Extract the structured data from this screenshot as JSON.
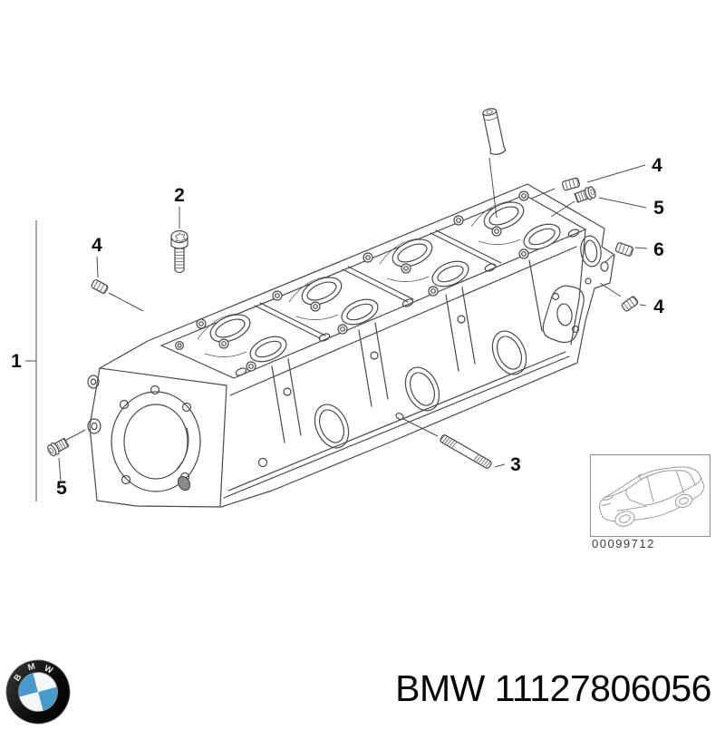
{
  "diagram": {
    "callouts": [
      {
        "label": "1",
        "part": "cylinder-head"
      },
      {
        "label": "2",
        "part": "cap-screw"
      },
      {
        "label": "3",
        "part": "stud"
      },
      {
        "label": "4",
        "part": "dowel-plug-front-left"
      },
      {
        "label": "4",
        "part": "dowel-plug-upper-right"
      },
      {
        "label": "5",
        "part": "screw-plug-upper-right"
      },
      {
        "label": "6",
        "part": "dowel-plug-right"
      },
      {
        "label": "4",
        "part": "dowel-plug-lower-right"
      },
      {
        "label": "5",
        "part": "screw-plug-front-left"
      }
    ],
    "thumbnail_code": "00099712"
  },
  "footer": {
    "brand": "BMW",
    "part_number": "11127806056",
    "logo_letters": [
      "B",
      "M",
      "W"
    ]
  },
  "colors": {
    "line_art": "#4a4a4a",
    "label_text": "#101010",
    "bmw_blue": "#4899cc",
    "logo_ring": "#141414",
    "thumbnail_line": "#9b9b9b"
  }
}
